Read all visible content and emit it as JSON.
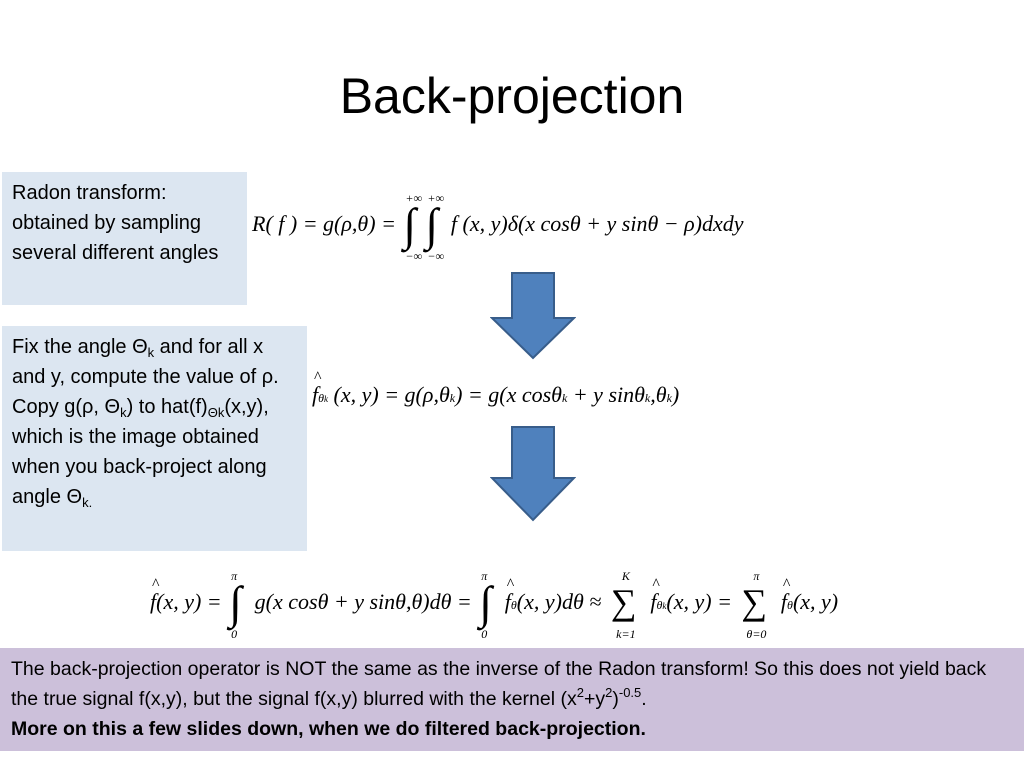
{
  "slide": {
    "title": "Back-projection",
    "box1": {
      "text": "Radon transform: obtained by sampling several different angles"
    },
    "box2": {
      "t1": "Fix the angle Θ",
      "s1": "k",
      "t2": " and for all x and y, compute the value of ρ. Copy g(ρ, Θ",
      "s2": "k",
      "t3": ") to hat(f)",
      "s3": "Θk",
      "t4": "(x,y), which is the image obtained when you back-project along angle Θ",
      "s4": "k."
    },
    "note": {
      "t1": "The back-projection operator is NOT the same as the inverse of the Radon transform! So this does not yield back the true signal f(x,y), but the signal f(x,y) blurred with the kernel (x",
      "sup1": "2",
      "t2": "+y",
      "sup2": "2",
      "t3": ")",
      "sup3": "-0.5",
      "t4": ".",
      "bold": "More on this a few slides down, when we do filtered back-projection."
    },
    "colors": {
      "box_blue": "#dce6f1",
      "box_purple": "#ccc0da",
      "arrow": "#4f81bd",
      "arrow_border": "#385d8a"
    }
  },
  "equations": {
    "eq1": {
      "lhs": "R( f ) = g(ρ,θ) =",
      "int1_upper": "+∞",
      "int1_lower": "−∞",
      "int2_upper": "+∞",
      "int2_lower": "−∞",
      "integrand": "f (x, y)δ(x cosθ + y sinθ − ρ)dxdy"
    },
    "eq2": {
      "f": "f",
      "sub": "θ",
      "subk": "k",
      "body": "(x, y) = g(ρ,θ",
      "k1": "k",
      "mid": ") = g(x cosθ",
      "k2": "k",
      "mid2": " + y sinθ",
      "k3": "k",
      "mid3": ",θ",
      "k4": "k",
      "end": ")"
    },
    "eq3": {
      "lhs_f": "f",
      "lhs": "(x, y) =",
      "int1_upper": "π",
      "int1_lower": "0",
      "part1": "g(x cosθ + y sinθ,θ)dθ =",
      "int2_upper": "π",
      "int2_lower": "0",
      "f2": "f",
      "f2_sub": "θ",
      "part2": "(x, y)dθ ≈",
      "sum1_upper": "K",
      "sum1_lower": "k=1",
      "f3": "f",
      "f3_sub": "θ",
      "f3_subk": "k",
      "part3": "(x, y) =",
      "sum2_upper": "π",
      "sum2_lower": "θ=0",
      "f4": "f",
      "f4_sub": "θ",
      "part4": "(x, y)"
    }
  }
}
